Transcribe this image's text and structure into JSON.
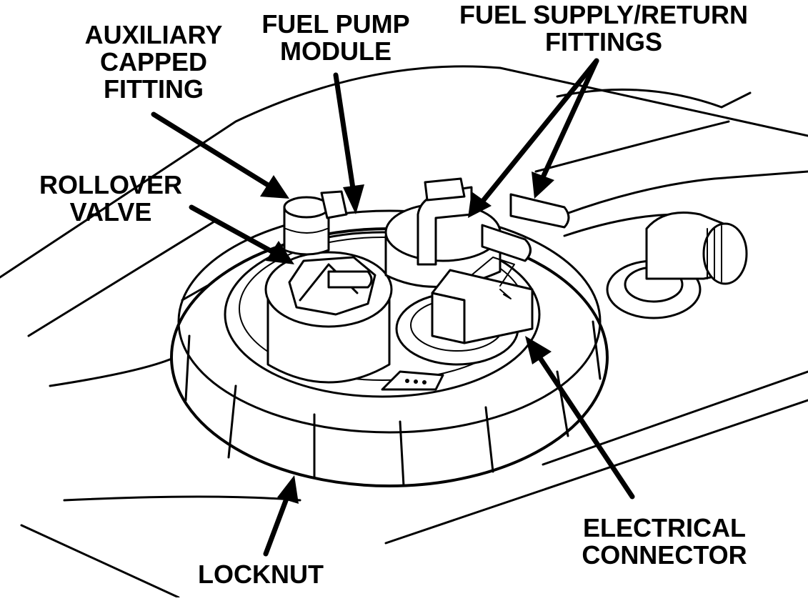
{
  "labels": {
    "auxiliary_capped_fitting": [
      "AUXILIARY",
      "CAPPED",
      "FITTING"
    ],
    "fuel_pump_module": [
      "FUEL PUMP",
      "MODULE"
    ],
    "fuel_supply_return_fittings": [
      "FUEL SUPPLY/RETURN",
      "FITTINGS"
    ],
    "rollover_valve": [
      "ROLLOVER",
      "VALVE"
    ],
    "electrical_connector": [
      "ELECTRICAL",
      "CONNECTOR"
    ],
    "locknut": [
      "LOCKNUT"
    ]
  },
  "colors": {
    "ink": "#000000",
    "paper": "#ffffff"
  }
}
